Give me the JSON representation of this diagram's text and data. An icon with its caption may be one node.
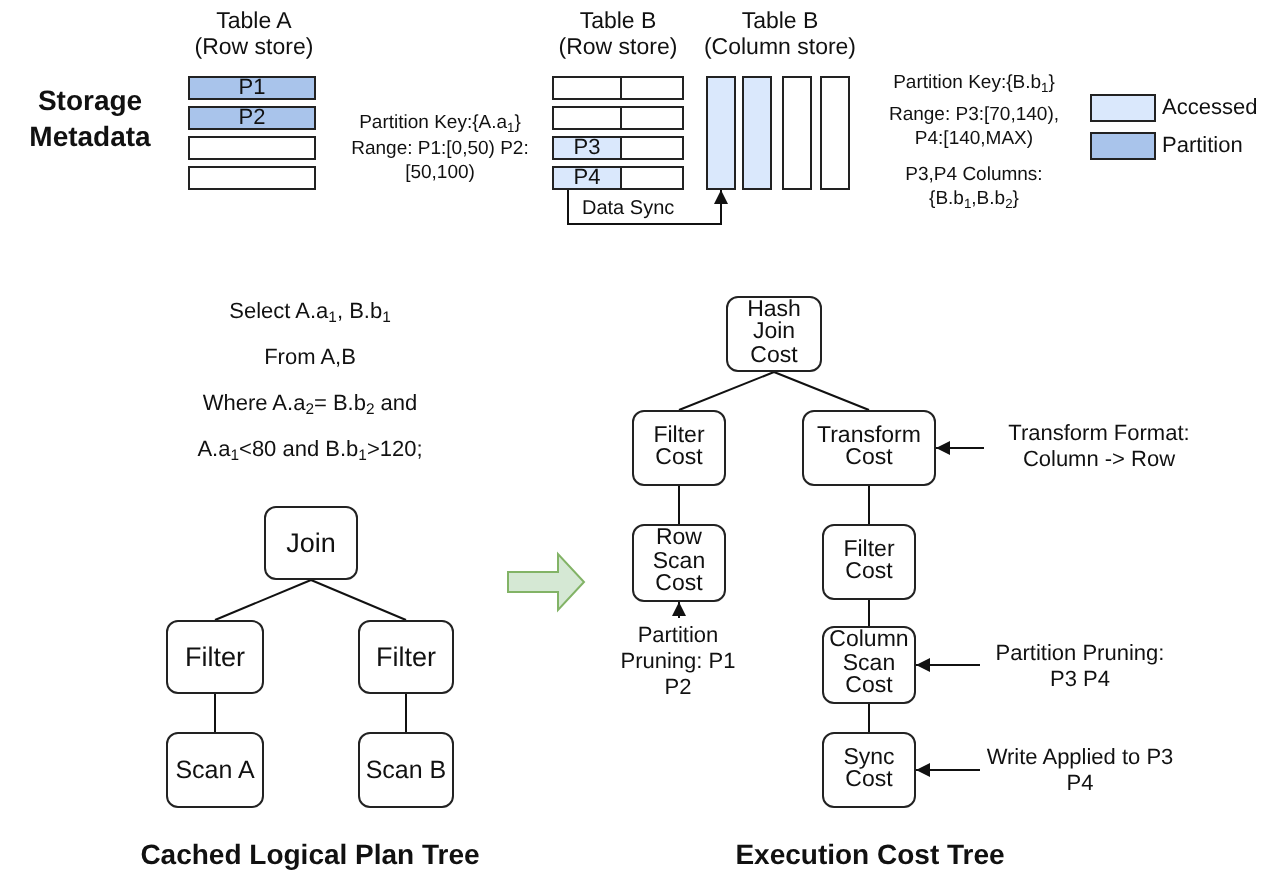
{
  "diagram": {
    "nodes": [
      {
        "text": [
          "Table A (Row store)"
        ]
      },
      {
        "text": [
          "P1"
        ],
        "in": 0
      },
      {
        "text": [
          "P2"
        ],
        "in": 0
      },
      {
        "text": [],
        "shape": "box",
        "in": 0
      },
      {
        "text": [],
        "shape": "box",
        "in": 0
      },
      {
        "text": [
          "Table B (Row store)"
        ]
      },
      {
        "text": [],
        "shape": "box",
        "in": 5
      },
      {
        "text": [],
        "shape": "box",
        "in": 5
      },
      {
        "text": [
          "P3"
        ],
        "in": 5
      },
      {
        "text": [
          "P4"
        ],
        "in": 5
      },
      {
        "text": [
          "Table B (Column store)"
        ]
      },
      {
        "text": [],
        "shape": "box",
        "in": 10
      },
      {
        "text": [],
        "shape": "box",
        "in": 10
      },
      {
        "text": [],
        "shape": "box",
        "in": 10
      },
      {
        "text": [],
        "shape": "box",
        "in": 10
      },
      {
        "text": [
          "Join"
        ]
      },
      {
        "text": [
          "Filter"
        ]
      },
      {
        "text": [
          "Filter"
        ]
      },
      {
        "text": [
          "Scan A"
        ]
      },
      {
        "text": [
          "Scan B"
        ]
      },
      {
        "text": [
          "Hash Join Cost"
        ]
      },
      {
        "text": [
          "Filter Cost"
        ]
      },
      {
        "text": [
          "Transform Cost"
        ]
      },
      {
        "text": [
          "Row Scan Cost"
        ]
      },
      {
        "text": [
          "Filter Cost"
        ]
      },
      {
        "text": [
          "Column Scan Cost"
        ]
      },
      {
        "text": [
          "Sync Cost"
        ]
      },
      {
        "text": [
          "Transform Format: Column -> Row"
        ]
      },
      {
        "text": [
          "Partition Pruning: P1 P2"
        ]
      },
      {
        "text": [
          "Partition Pruning: P3 P4"
        ]
      },
      {
        "text": [
          "Write Applied to P3 P4"
        ]
      }
    ],
    "edges": [
      {
        "from": 9,
        "to": 11,
        "arrow": "to",
        "label": "Data Sync"
      },
      {
        "from": 15,
        "to": 16,
        "arrow": "none"
      },
      {
        "from": 15,
        "to": 17,
        "arrow": "none"
      },
      {
        "from": 16,
        "to": 18,
        "arrow": "none"
      },
      {
        "from": 17,
        "to": 19,
        "arrow": "none"
      },
      {
        "from": 20,
        "to": 21,
        "arrow": "none"
      },
      {
        "from": 20,
        "to": 22,
        "arrow": "none"
      },
      {
        "from": 21,
        "to": 23,
        "arrow": "none"
      },
      {
        "from": 22,
        "to": 24,
        "arrow": "none"
      },
      {
        "from": 24,
        "to": 25,
        "arrow": "none"
      },
      {
        "from": 25,
        "to": 26,
        "arrow": "none"
      },
      {
        "from": 27,
        "to": 22,
        "arrow": "to"
      },
      {
        "from": 28,
        "to": 23,
        "arrow": "to"
      },
      {
        "from": 29,
        "to": 25,
        "arrow": "to"
      },
      {
        "from": 30,
        "to": 26,
        "arrow": "to"
      }
    ],
    "labels": [
      "Storage Metadata",
      "Partition Key:{A.a$_{1}$}",
      "Range: P1:[0,50) P2:[50,100)",
      "Partition Key:{B.b$_{1}$}",
      "Range: P3:[70,140), P4:[140,MAX)",
      "P3,P4 Columns: {B.b$_{1}$,B.b$_{2}$}",
      "Select A.a$_{1}$, B.b$_{1}$",
      "From A,B",
      "Where A.a$_{2}$= B.b$_{2}$ and",
      "A.a$_{1}$<80 and B.b$_{1}$>120;",
      "Cached Logical Plan Tree",
      "Execution Cost Tree"
    ],
    "legend": [
      {
        "text": "Accessed",
        "color": "#dae8fc"
      },
      {
        "text": "Partition",
        "color": "#a9c4eb"
      }
    ]
  }
}
